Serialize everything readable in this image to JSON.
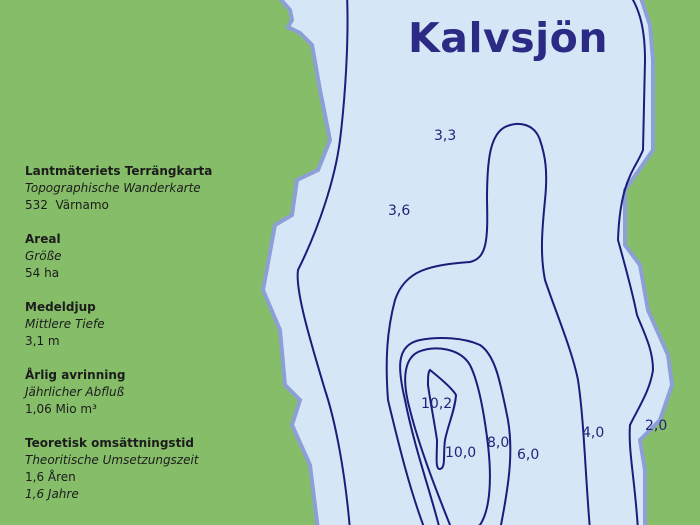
{
  "title": "Kalvsjön",
  "colors": {
    "land": "#86bd69",
    "water": "#d5e6f6",
    "shore": "#8c9fd6",
    "contour": "#1c1c7a",
    "title": "#2b2a84"
  },
  "info": [
    {
      "heading": "Lantmäteriets Terrängkarta",
      "subtitle": "Topographische Wanderkarte",
      "value": "532  Värnamo"
    },
    {
      "heading": "Areal",
      "subtitle": "Größe",
      "value": "54 ha"
    },
    {
      "heading": "Medeldjup",
      "subtitle": "Mittlere Tiefe",
      "value": "3,1 m"
    },
    {
      "heading": "Årlig avrinning",
      "subtitle": "Jährlicher Abfluß",
      "value": "1,06 Mio m³"
    },
    {
      "heading": "Teoretisk omsättningstid",
      "subtitle": "Theoritische Umsetzungszeit",
      "value": "1,6 Åren",
      "value2": "1,6 Jahre"
    }
  ],
  "depth_labels": [
    "3,3",
    "3,6",
    "10,2",
    "10,0",
    "8,0",
    "6,0",
    "4,0",
    "2,0"
  ]
}
